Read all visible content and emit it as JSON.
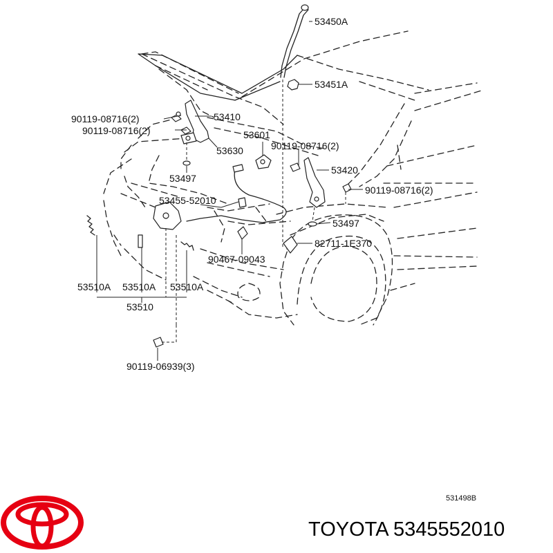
{
  "diagram": {
    "labels": {
      "l_53450A": "53450A",
      "l_53451A": "53451A",
      "l_90119_08716_a": "90119-08716(2)",
      "l_53410": "53410",
      "l_90119_08716_b": "90119-08716(2)",
      "l_53601": "53601",
      "l_53630": "53630",
      "l_90119_08716_c": "90119-08716(2)",
      "l_53420": "53420",
      "l_53497_a": "53497",
      "l_53455_52010": "53455-52010",
      "l_90119_08716_d": "90119-08716(2)",
      "l_53497_b": "53497",
      "l_82711_1E370": "82711-1E370",
      "l_90467_09043": "90467-09043",
      "l_53510A_a": "53510A",
      "l_53510A_b": "53510A",
      "l_53510A_c": "53510A",
      "l_53510": "53510",
      "l_90119_06939": "90119-06939(3)"
    },
    "figure_ref": "531498B"
  },
  "footer": {
    "brand_text": "TOYOTA 5345552010",
    "logo_color": "#e60012"
  }
}
